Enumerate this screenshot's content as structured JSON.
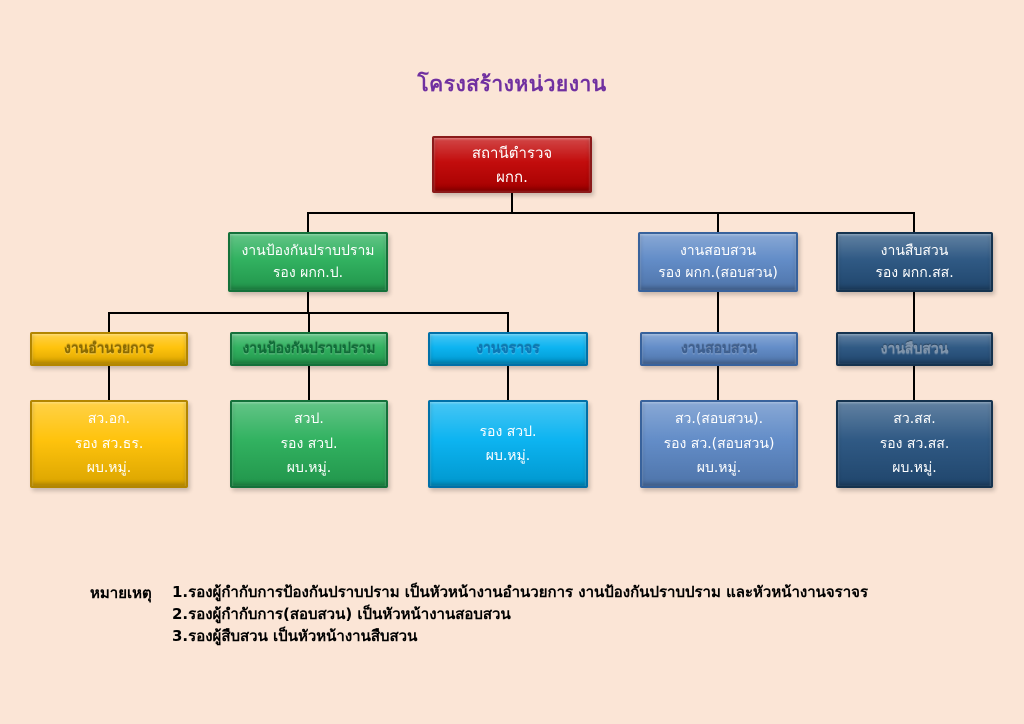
{
  "title": "โครงสร้างหน่วยงาน",
  "boxes": {
    "root": {
      "line1": "สถานีตำรวจ",
      "line2": "ผกก."
    },
    "prevention_head": {
      "line1": "งานป้องกันปราบปราม",
      "line2": "รอง ผกก.ป."
    },
    "inquiry_head": {
      "line1": "งานสอบสวน",
      "line2": "รอง ผกก.(สอบสวน)"
    },
    "detective_head": {
      "line1": "งานสืบสวน",
      "line2": "รอง ผกก.สส."
    },
    "admin_section": {
      "label": "งานอำนวยการ"
    },
    "prevention_section": {
      "label": "งานป้องกันปราบปราม"
    },
    "traffic_section": {
      "label": "งานจราจร"
    },
    "inquiry_section": {
      "label": "งานสอบสวน"
    },
    "detective_section": {
      "label": "งานสืบสวน"
    },
    "admin_staff": {
      "line1": "สว.อก.",
      "line2": "รอง สว.ธร.",
      "line3": "ผบ.หมู่."
    },
    "prevention_staff": {
      "line1": "สวป.",
      "line2": "รอง สวป.",
      "line3": "ผบ.หมู่."
    },
    "traffic_staff": {
      "line1": "รอง สวป.",
      "line2": "ผบ.หมู่."
    },
    "inquiry_staff": {
      "line1": "สว.(สอบสวน).",
      "line2": "รอง สว.(สอบสวน)",
      "line3": "ผบ.หมู่."
    },
    "detective_staff": {
      "line1": "สว.สส.",
      "line2": "รอง สว.สส.",
      "line3": "ผบ.หมู่."
    }
  },
  "notes": {
    "label": "หมายเหตุ",
    "item1": "1.รองผู้กำกับการป้องกันปราบปราม เป็นหัวหน้างานอำนวยการ งานป้องกันปราบปราม และหัวหน้างานจราจร",
    "item2": "2.รองผู้กำกับการ(สอบสวน) เป็นหัวหน้างานสอบสวน",
    "item3": "3.รองผู้สืบสวน เป็นหัวหน้างานสืบสวน"
  },
  "colors": {
    "background": "#fbe5d6",
    "title": "#7030a0",
    "red": "#c00000",
    "red_border": "#8b1a1a",
    "green": "#27ae58",
    "green_border": "#14713a",
    "steel": "#5b87c5",
    "steel_border": "#38629c",
    "navy": "#25517e",
    "navy_border": "#15334f",
    "gold": "#ffc000",
    "gold_border": "#b38600",
    "cyan": "#00b0f0",
    "cyan_border": "#0070a8",
    "line": "#000000"
  }
}
